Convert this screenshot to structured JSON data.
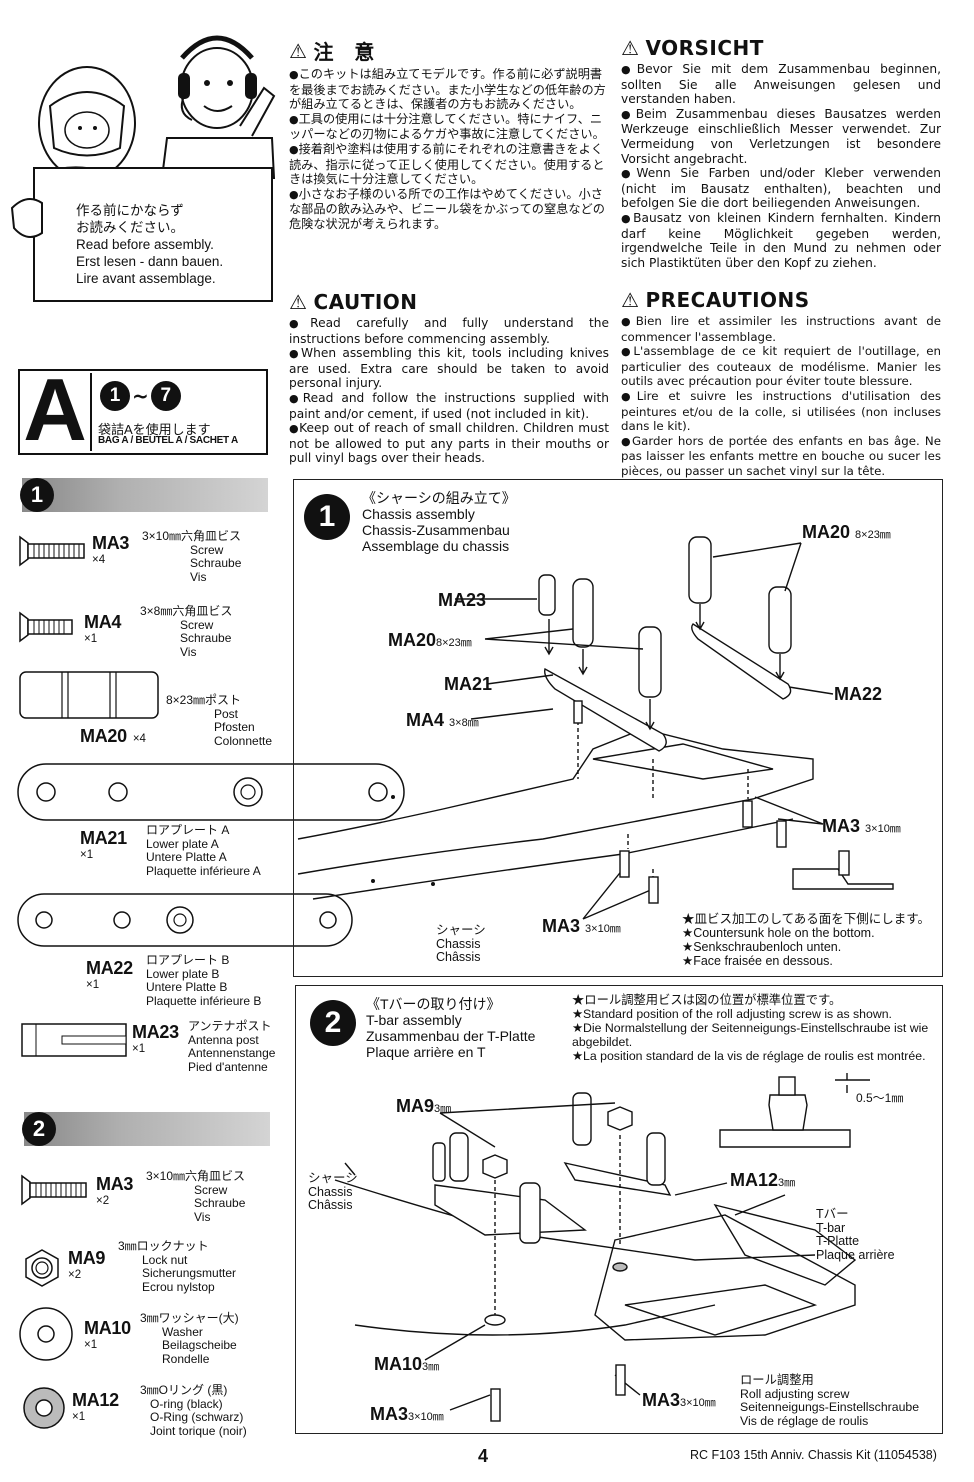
{
  "intro_sign": {
    "lines": [
      "作る前にかならず",
      "お読みください。",
      "Read before assembly.",
      "Erst lesen - dann bauen.",
      "Lire avant assemblage."
    ]
  },
  "warnings": {
    "jp": {
      "title": "注　意",
      "items": [
        "このキットは組み立てモデルです。作る前に必ず説明書を最後までお読みください。また小学生などの低年齢の方が組み立てるときは、保護者の方もお読みください。",
        "工具の使用には十分注意してください。特にナイフ、ニッパーなどの刃物によるケガや事故に注意してください。",
        "接着剤や塗料は使用する前にそれぞれの注意書きをよく読み、指示に従って正しく使用してください。使用するときは換気に十分注意してください。",
        "小さなお子様のいる所での工作はやめてください。小さな部品の飲み込みや、ビニール袋をかぶっての窒息などの危険な状況が考えられます。"
      ]
    },
    "de": {
      "title": "VORSICHT",
      "items": [
        "Bevor Sie mit dem Zusammenbau beginnen, sollten Sie alle Anweisungen gelesen und verstanden haben.",
        "Beim Zusammenbau dieses Bausatzes werden Werkzeuge einschließlich Messer verwendet. Zur Vermeidung von Verletzungen ist besondere Vorsicht angebracht.",
        "Wenn Sie Farben und/oder Kleber verwenden (nicht im Bausatz enthalten), beachten und befolgen Sie die dort beiliegenden Anweisungen.",
        "Bausatz von kleinen Kindern fernhalten. Kindern darf keine Möglichkeit gegeben werden, irgendwelche Teile in den Mund zu nehmen oder sich Plastiktüten über den Kopf zu ziehen."
      ]
    },
    "en": {
      "title": "CAUTION",
      "items": [
        "Read carefully and fully understand the instructions before commencing assembly.",
        "When assembling this kit, tools including knives are used. Extra care should be taken to avoid personal injury.",
        "Read and follow the instructions supplied with paint and/or cement, if used (not included in kit).",
        "Keep out of reach of small children. Children must not be allowed to put any parts in their mouths or pull vinyl bags over their heads."
      ]
    },
    "fr": {
      "title": "PRECAUTIONS",
      "items": [
        "Bien lire et assimiler les instructions avant de commencer l'assemblage.",
        "L'assemblage de ce kit requiert de l'outillage, en particulier des couteaux de modélisme. Manier les outils avec précaution pour éviter toute blessure.",
        "Lire et suivre les instructions d'utilisation des peintures et/ou de la colle, si utilisées (non incluses dans le kit).",
        "Garder hors de portée des enfants en bas âge. Ne pas laisser les enfants mettre en bouche ou sucer les pièces, ou passer un sachet vinyl sur la tête."
      ]
    }
  },
  "bag": {
    "letter": "A",
    "range_start": "1",
    "range_sep": "~",
    "range_end": "7",
    "jp": "袋詰Aを使用します",
    "label": "BAG A / BEUTEL A / SACHET A"
  },
  "parts_step1": {
    "number": "1",
    "items": [
      {
        "code": "MA3",
        "qty": "×4",
        "desc": [
          "3×10㎜六角皿ビス",
          "Screw",
          "Schraube",
          "Vis"
        ]
      },
      {
        "code": "MA4",
        "qty": "×1",
        "desc": [
          "3×8㎜六角皿ビス",
          "Screw",
          "Schraube",
          "Vis"
        ]
      },
      {
        "code": "MA20",
        "qty": "×4",
        "desc": [
          "8×23㎜ポスト",
          "Post",
          "Pfosten",
          "Colonnette"
        ]
      },
      {
        "code": "MA21",
        "qty": "×1",
        "desc": [
          "ロアプレート A",
          "Lower plate A",
          "Untere Platte A",
          "Plaquette inférieure A"
        ]
      },
      {
        "code": "MA22",
        "qty": "×1",
        "desc": [
          "ロアプレート B",
          "Lower plate B",
          "Untere Platte B",
          "Plaquette inférieure B"
        ]
      },
      {
        "code": "MA23",
        "qty": "×1",
        "desc": [
          "アンテナポスト",
          "Antenna post",
          "Antennenstange",
          "Pied d'antenne"
        ]
      }
    ]
  },
  "parts_step2": {
    "number": "2",
    "items": [
      {
        "code": "MA3",
        "qty": "×2",
        "desc": [
          "3×10㎜六角皿ビス",
          "Screw",
          "Schraube",
          "Vis"
        ]
      },
      {
        "code": "MA9",
        "qty": "×2",
        "desc": [
          "3㎜ロックナット",
          "Lock nut",
          "Sicherungsmutter",
          "Ecrou nylstop"
        ]
      },
      {
        "code": "MA10",
        "qty": "×1",
        "desc": [
          "3㎜ワッシャー(大)",
          "Washer",
          "Beilagscheibe",
          "Rondelle"
        ]
      },
      {
        "code": "MA12",
        "qty": "×1",
        "desc": [
          "3㎜Oリング (黒)",
          "O-ring (black)",
          "O-Ring (schwarz)",
          "Joint torique (noir)"
        ]
      }
    ]
  },
  "step1": {
    "number": "1",
    "title": [
      "《シャーシの組み立て》",
      "Chassis assembly",
      "Chassis-Zusammenbau",
      "Assemblage du chassis"
    ],
    "labels": {
      "ma20_top": "MA20",
      "ma20_top_size": "8×23㎜",
      "ma23": "MA23",
      "ma20_left": "MA20",
      "ma20_left_size": "8×23㎜",
      "ma21": "MA21",
      "ma22": "MA22",
      "ma4": "MA4",
      "ma4_size": "3×8㎜",
      "ma3_right": "MA3",
      "ma3_right_size": "3×10㎜",
      "ma3_bottom": "MA3",
      "ma3_bottom_size": "3×10㎜"
    },
    "chassis": [
      "シャーシ",
      "Chassis",
      "Châssis"
    ],
    "notes": [
      "★皿ビス加工のしてある面を下側にします。",
      "★Countersunk hole on the bottom.",
      "★Senkschraubenloch unten.",
      "★Face fraisée en dessous."
    ]
  },
  "step2": {
    "number": "2",
    "title": [
      "《Tバーの取り付け》",
      "T-bar assembly",
      "Zusammenbau der T-Platte",
      "Plaque arrière en T"
    ],
    "notes": [
      "★ロール調整用ビスは図の位置が標準位置です。",
      "★Standard position of the roll adjusting screw is as shown.",
      "★Die Normalstellung der Seitenneigungs-Einstellschraube ist wie abgebildet.",
      "★La position standard de la vis de réglage de roulis est montrée."
    ],
    "gap": "0.5～1㎜",
    "labels": {
      "ma9": "MA9",
      "ma9_size": "3㎜",
      "ma12": "MA12",
      "ma12_size": "3㎜",
      "ma10": "MA10",
      "ma10_size": "3㎜",
      "ma3_left": "MA3",
      "ma3_left_size": "3×10㎜",
      "ma3_right": "MA3",
      "ma3_right_size": "3×10㎜"
    },
    "chassis": [
      "シャーシ",
      "Chassis",
      "Châssis"
    ],
    "tbar": [
      "Tバー",
      "T-bar",
      "T-Platte",
      "Plaque arrière"
    ],
    "roll": [
      "ロール調整用",
      "Roll adjusting screw",
      "Seitenneigungs-Einstellschraube",
      "Vis de réglage de roulis"
    ]
  },
  "footer": {
    "page": "4",
    "title": "RC F103 15th Anniv. Chassis Kit (11054538)"
  }
}
